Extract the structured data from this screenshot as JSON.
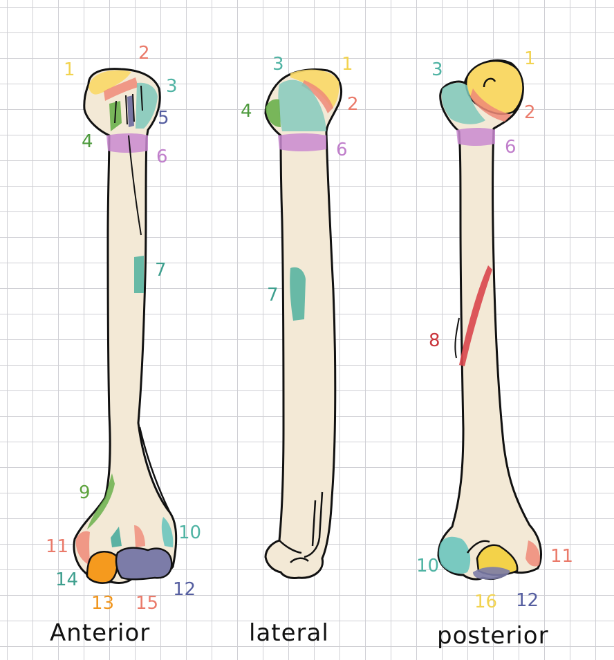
{
  "top_note": "- - - - -",
  "views": [
    {
      "id": "anterior",
      "title": "Anterior"
    },
    {
      "id": "lateral",
      "title": "lateral"
    },
    {
      "id": "posterior",
      "title": "posterior"
    }
  ],
  "colors": {
    "bone": "#f3e9d6",
    "outline": "#111111",
    "c1": "#f9d867",
    "c2": "#ef8a78",
    "c3": "#7ec8bb",
    "c4": "#6ab04c",
    "c5": "#6b6a9e",
    "c6": "#c98ad0",
    "c7": "#4fb09e",
    "c8": "#d9464c",
    "c9": "#6ab04c",
    "c10": "#6cc5be",
    "c11": "#ef8a78",
    "c12": "#7c7ca8",
    "c13": "#f59a1e",
    "c14": "#3fa89a",
    "c15": "#ef8a78",
    "c16": "#f3d249"
  },
  "labels": {
    "anterior": [
      {
        "n": "1",
        "color": "#f2d34f"
      },
      {
        "n": "2",
        "color": "#ea7a6a"
      },
      {
        "n": "3",
        "color": "#4fb3a3"
      },
      {
        "n": "5",
        "color": "#555ea0"
      },
      {
        "n": "4",
        "color": "#4d9a3c"
      },
      {
        "n": "6",
        "color": "#c07ecb"
      },
      {
        "n": "7",
        "color": "#3e9f8e"
      },
      {
        "n": "9",
        "color": "#5ea33e"
      },
      {
        "n": "10",
        "color": "#4fb3a3"
      },
      {
        "n": "11",
        "color": "#ea7a6a"
      },
      {
        "n": "14",
        "color": "#3e9f8e"
      },
      {
        "n": "13",
        "color": "#f0951c"
      },
      {
        "n": "15",
        "color": "#ea7a6a"
      },
      {
        "n": "12",
        "color": "#555ea0"
      }
    ],
    "lateral": [
      {
        "n": "3",
        "color": "#4fb3a3"
      },
      {
        "n": "1",
        "color": "#f2d34f"
      },
      {
        "n": "2",
        "color": "#ea7a6a"
      },
      {
        "n": "4",
        "color": "#4d9a3c"
      },
      {
        "n": "6",
        "color": "#c07ecb"
      },
      {
        "n": "7",
        "color": "#3e9f8e"
      }
    ],
    "posterior": [
      {
        "n": "3",
        "color": "#4fb3a3"
      },
      {
        "n": "1",
        "color": "#f2d34f"
      },
      {
        "n": "2",
        "color": "#ea7a6a"
      },
      {
        "n": "6",
        "color": "#c07ecb"
      },
      {
        "n": "8",
        "color": "#c9353c"
      },
      {
        "n": "10",
        "color": "#4fb3a3"
      },
      {
        "n": "11",
        "color": "#ea7a6a"
      },
      {
        "n": "16",
        "color": "#f2d34f"
      },
      {
        "n": "12",
        "color": "#555ea0"
      }
    ]
  }
}
